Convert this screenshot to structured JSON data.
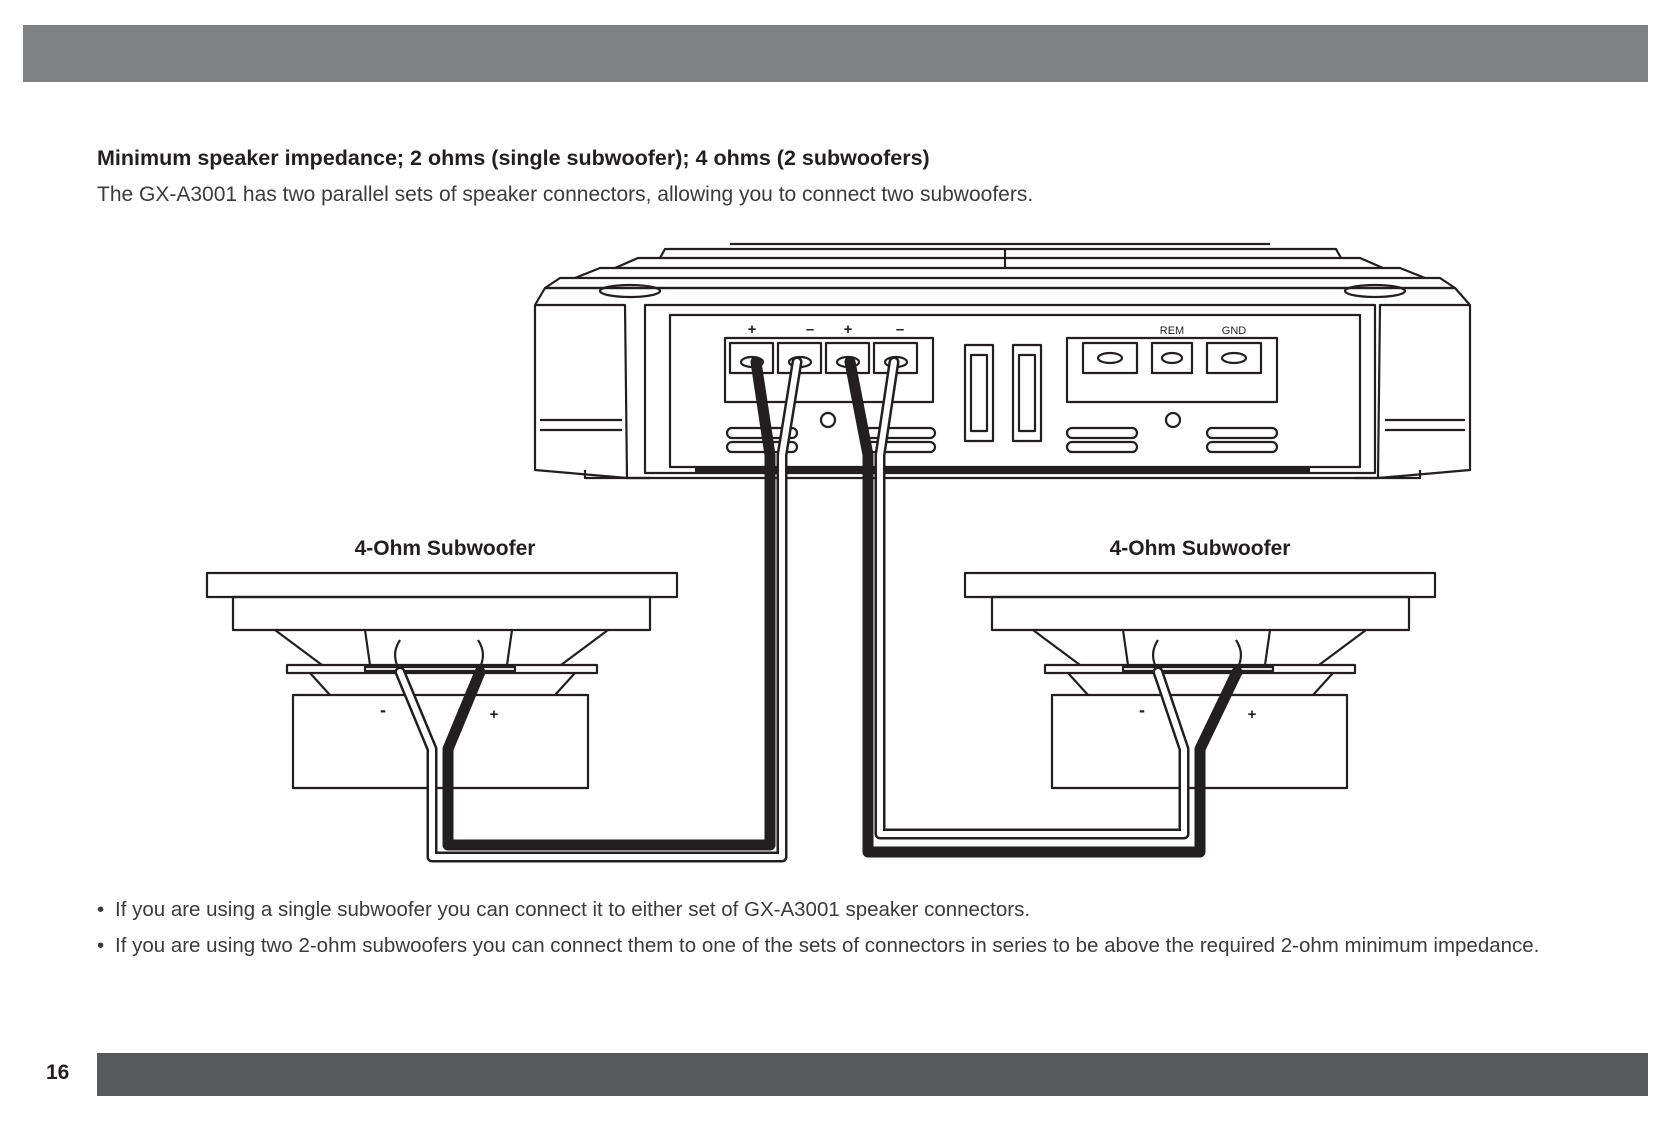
{
  "header": {
    "bar_color": "#808184"
  },
  "content": {
    "heading": "Minimum speaker impedance; 2 ohms (single subwoofer); 4 ohms (2 subwoofers)",
    "intro": "The GX-A3001 has two parallel sets of speaker connectors, allowing you to connect two subwoofers."
  },
  "diagram": {
    "amplifier": {
      "terminal_labels": [
        "+",
        "–",
        "+",
        "–"
      ],
      "rem_label": "REM",
      "gnd_label": "GND"
    },
    "subwoofer_left": {
      "label": "4-Ohm Subwoofer",
      "minus": "-",
      "plus": "+"
    },
    "subwoofer_right": {
      "label": "4-Ohm Subwoofer",
      "minus": "-",
      "plus": "+"
    }
  },
  "bullets": [
    "If you are using a single subwoofer you can connect it to either set of GX-A3001 speaker connectors.",
    "If you are using two 2-ohm subwoofers you can connect them to one of the sets of connectors in series to be above the required 2-ohm minimum impedance."
  ],
  "footer": {
    "page_number": "16",
    "bar_color": "#58595b"
  }
}
